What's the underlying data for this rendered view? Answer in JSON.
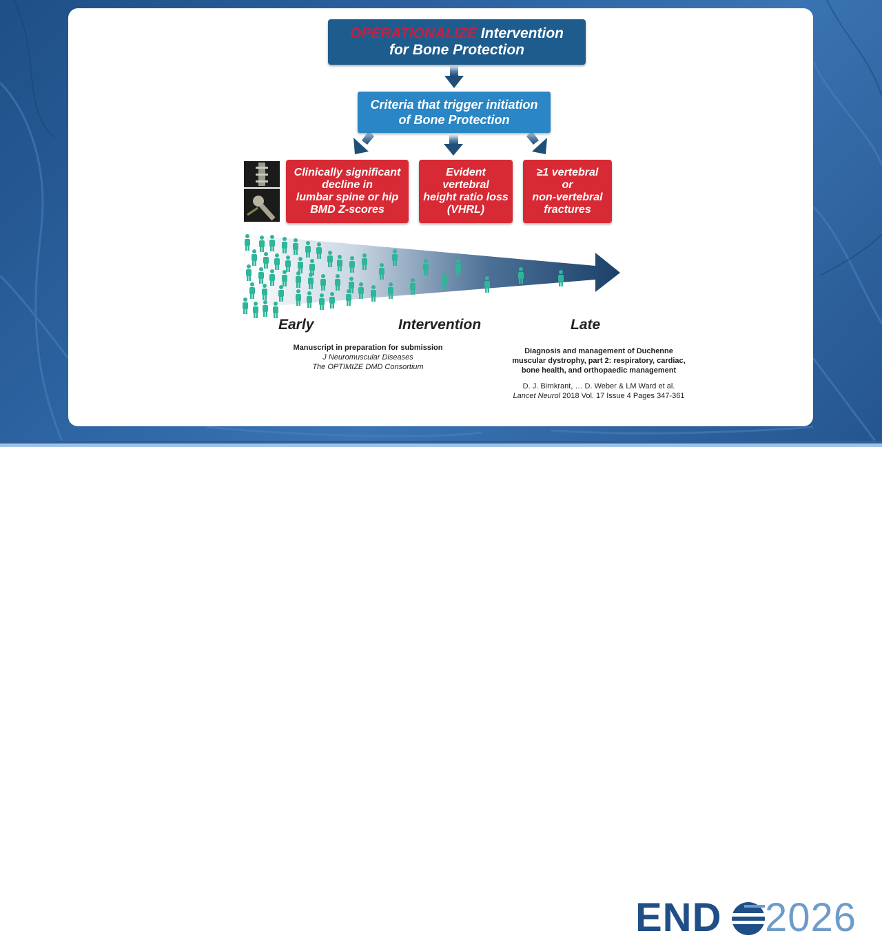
{
  "top_box": {
    "highlight": "OPERATIONALIZE",
    "line1_rest": " Intervention",
    "line2": "for Bone Protection"
  },
  "criteria_box": {
    "line1": "Criteria that trigger initiation",
    "line2": "of Bone Protection"
  },
  "criteria": [
    {
      "text": "Clinically significant\ndecline in\nlumbar spine or hip\nBMD Z-scores"
    },
    {
      "text": "Evident\nvertebral\nheight ratio loss\n(VHRL)"
    },
    {
      "text": "≥1 vertebral\nor\nnon-vertebral\nfractures"
    }
  ],
  "timeline": {
    "early": "Early",
    "intervention": "Intervention",
    "late": "Late"
  },
  "citation_left": {
    "title": "Manuscript in preparation for submission",
    "journal": "J Neuromuscular Diseases",
    "consortium": "The OPTIMIZE DMD Consortium"
  },
  "citation_right": {
    "title_line1": "Diagnosis and management of Duchenne",
    "title_line2": "muscular dystrophy, part 2: respiratory, cardiac,",
    "title_line3": "bone health, and orthopaedic management",
    "authors": "D. J. Birnkrant, … D. Weber & LM Ward et al.",
    "journal": "Lancet Neurol",
    "details": " 2018 Vol. 17 Issue 4 Pages 347-361"
  },
  "logo": {
    "endo": "END",
    "year": "2026"
  },
  "colors": {
    "navy": "#1f5c8e",
    "blue": "#2a86c4",
    "red": "#d72a34",
    "teal": "#2fb59a",
    "arrow": "#1f4f78"
  }
}
